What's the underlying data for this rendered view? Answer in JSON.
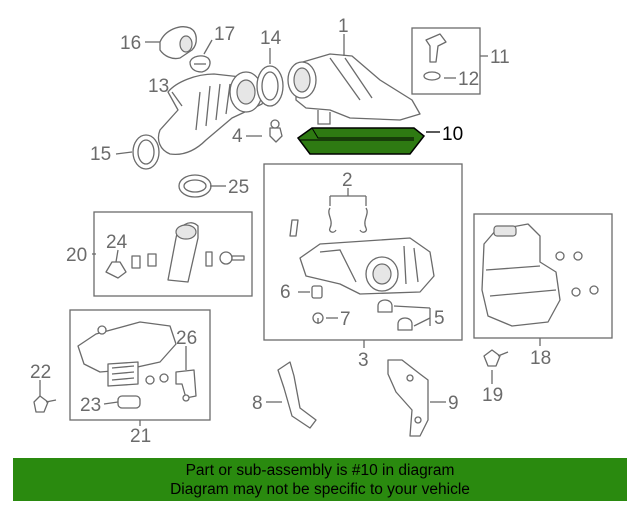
{
  "diagram": {
    "highlighted_part": "10",
    "colors": {
      "line": "#6b6b6b",
      "highlight": "#2e7a12",
      "banner": "#2a8a0f",
      "text": "#000000"
    },
    "labels": [
      "1",
      "2",
      "3",
      "4",
      "5",
      "6",
      "7",
      "8",
      "9",
      "10",
      "11",
      "12",
      "13",
      "14",
      "15",
      "16",
      "17",
      "18",
      "19",
      "20",
      "21",
      "22",
      "23",
      "24",
      "25",
      "26"
    ]
  },
  "banner": {
    "line1": "Part or sub-assembly is #10 in diagram",
    "line2": "Diagram may not be specific to your vehicle"
  }
}
